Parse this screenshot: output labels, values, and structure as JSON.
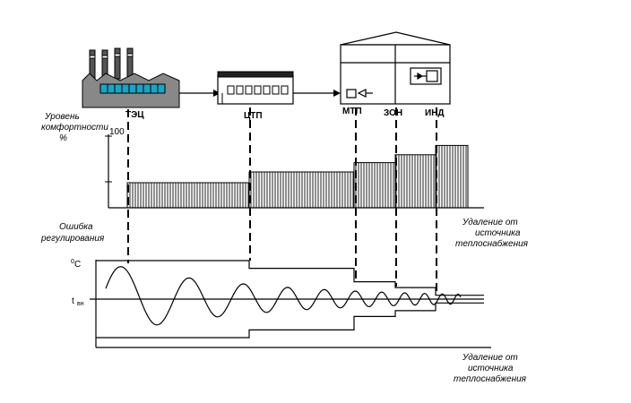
{
  "labels": {
    "tec": "ТЭЦ",
    "ctp": "ЦТП",
    "mtp": "МТП",
    "zon": "ЗОН",
    "ind": "ИНД",
    "comfort_axis": [
      "Уровень",
      "комфортности",
      "%"
    ],
    "comfort_max": "100",
    "distance_axis_top": [
      "Удаление от",
      "источника",
      "теплоснабжения"
    ],
    "error_axis": [
      "Ошибка",
      "регулирования"
    ],
    "temp_unit_sup": "0",
    "temp_unit": "С",
    "t_in": "t",
    "t_in_sub": "вн",
    "distance_axis_bottom": [
      "Удаление от",
      "источника",
      "теплоснабжения"
    ]
  },
  "comfort_levels": [
    {
      "stage": "ТЭЦ",
      "value": 35
    },
    {
      "stage": "ЦТП",
      "value": 50
    },
    {
      "stage": "МТП",
      "value": 63
    },
    {
      "stage": "ЗОН",
      "value": 74
    },
    {
      "stage": "ИНД",
      "value": 87
    }
  ],
  "error_bands": [
    {
      "stage": "ТЭЦ",
      "value": 1.0
    },
    {
      "stage": "ЦТП",
      "value": 0.8
    },
    {
      "stage": "МТП",
      "value": 0.45
    },
    {
      "stage": "ЗОН",
      "value": 0.3
    },
    {
      "stage": "ИНД",
      "value": 0.1
    }
  ]
}
